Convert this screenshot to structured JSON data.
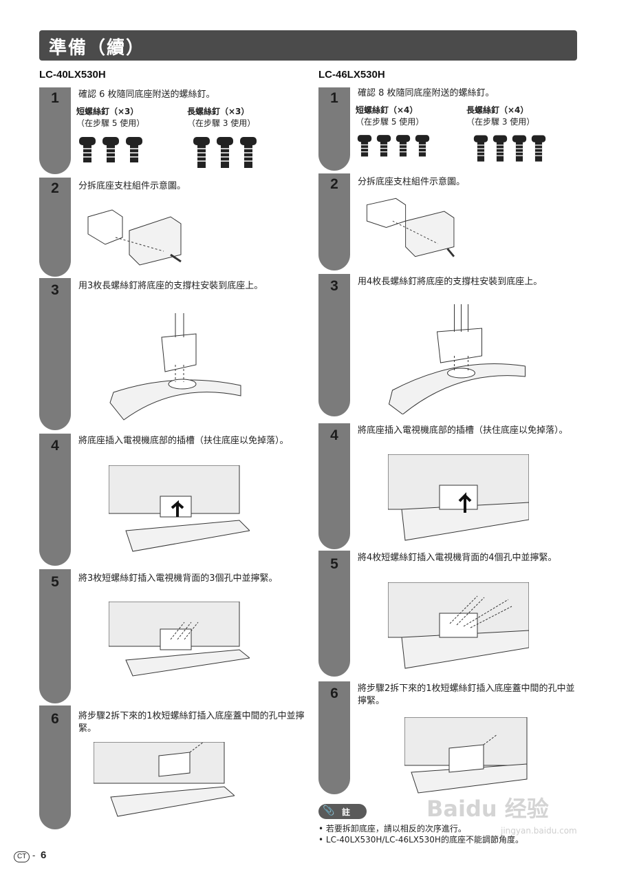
{
  "header": {
    "title": "準備（續）"
  },
  "left": {
    "model": "LC-40LX530H",
    "steps": [
      {
        "num": "1",
        "text": "確認 6 枚隨同底座附送的螺絲釘。",
        "short_label": "短螺絲釘（×3）",
        "short_use": "（在步驟 5 使用）",
        "long_label": "長螺絲釘（×3）",
        "long_use": "（在步驟 3 使用）"
      },
      {
        "num": "2",
        "text": "分拆底座支柱組件示意圖。"
      },
      {
        "num": "3",
        "text": "用3枚長螺絲釘將底座的支撐柱安裝到底座上。"
      },
      {
        "num": "4",
        "text": "將底座插入電視機底部的插槽（扶住底座以免掉落）。"
      },
      {
        "num": "5",
        "text": "將3枚短螺絲釘插入電視機背面的3個孔中並擰緊。"
      },
      {
        "num": "6",
        "text": "將步驟2拆下來的1枚短螺絲釘插入底座蓋中間的孔中並擰緊。"
      }
    ]
  },
  "right": {
    "model": "LC-46LX530H",
    "steps": [
      {
        "num": "1",
        "text": "確認 8 枚隨同底座附送的螺絲釘。",
        "short_label": "短螺絲釘（×4）",
        "short_use": "（在步驟 5 使用）",
        "long_label": "長螺絲釘（×4）",
        "long_use": "（在步驟 3 使用）"
      },
      {
        "num": "2",
        "text": "分拆底座支柱組件示意圖。"
      },
      {
        "num": "3",
        "text": "用4枚長螺絲釘將底座的支撐柱安裝到底座上。"
      },
      {
        "num": "4",
        "text": "將底座插入電視機底部的插槽（扶住底座以免掉落）。"
      },
      {
        "num": "5",
        "text": "將4枚短螺絲釘插入電視機背面的4個孔中並擰緊。"
      },
      {
        "num": "6",
        "text": "將步驟2拆下來的1枚短螺絲釘插入底座蓋中間的孔中並擰緊。"
      }
    ]
  },
  "note": {
    "label": "註",
    "items": [
      "若要拆卸底座，請以相反的次序進行。",
      "LC-40LX530H/LC-46LX530H的底座不能調節角度。"
    ]
  },
  "footer": {
    "lang": "CT",
    "sep": "-",
    "page": "6"
  },
  "watermark": {
    "brand": "Baidu 经验",
    "url": "jingyan.baidu.com"
  },
  "colors": {
    "header_bg": "#4b4b4b",
    "step_bar": "#7b7b7b"
  }
}
